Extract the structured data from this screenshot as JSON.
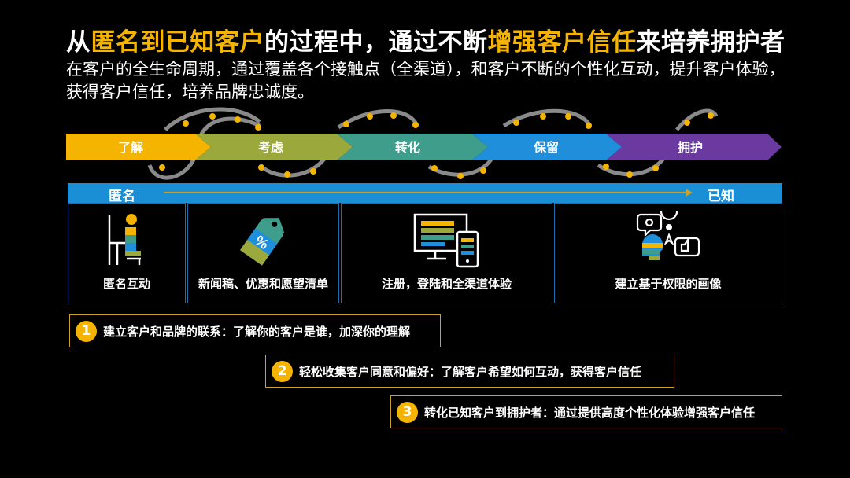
{
  "title": {
    "part1": "从",
    "part2": "匿名到已知客户",
    "part3": "的过程中，通过不断",
    "part4": "增强客户信任",
    "part5": "来培养拥护者"
  },
  "subtitle": "在客户的全生命周期，通过覆盖各个接触点（全渠道），和客户不断的个性化互动，提升客户体验，获得客户信任，培养品牌忠诚度。",
  "stages": [
    {
      "label": "了解",
      "color": "#f5b400"
    },
    {
      "label": "考虑",
      "color": "#9aa83c"
    },
    {
      "label": "转化",
      "color": "#3e9e8b"
    },
    {
      "label": "保留",
      "color": "#1f8fdc"
    },
    {
      "label": "拥护",
      "color": "#6a3aa0"
    }
  ],
  "journey": {
    "start": "匿名",
    "end": "已知"
  },
  "panels": [
    {
      "label": "匿名互动",
      "icon": "anonymous-person-icon"
    },
    {
      "label": "新闻稿、优惠和愿望清单",
      "icon": "discount-tag-icon"
    },
    {
      "label": "注册，登陆和全渠道体验",
      "icon": "omnichannel-devices-icon"
    },
    {
      "label": "建立基于权限的画像",
      "icon": "profile-insights-icon"
    }
  ],
  "notes": [
    {
      "num": "1",
      "text": "建立客户和品牌的联系：了解你的客户是谁，加深你的理解"
    },
    {
      "num": "2",
      "text": "轻松收集客户同意和偏好：了解客户希望如何互动，获得客户信任"
    },
    {
      "num": "3",
      "text": "转化已知客户到拥护者：通过提供高度个性化体验增强客户信任"
    }
  ],
  "colors": {
    "accent": "#f5b400",
    "bar": "#1a8fd6",
    "panelBorder": "#1b6fb0",
    "noteBorder": "#c9a227"
  }
}
